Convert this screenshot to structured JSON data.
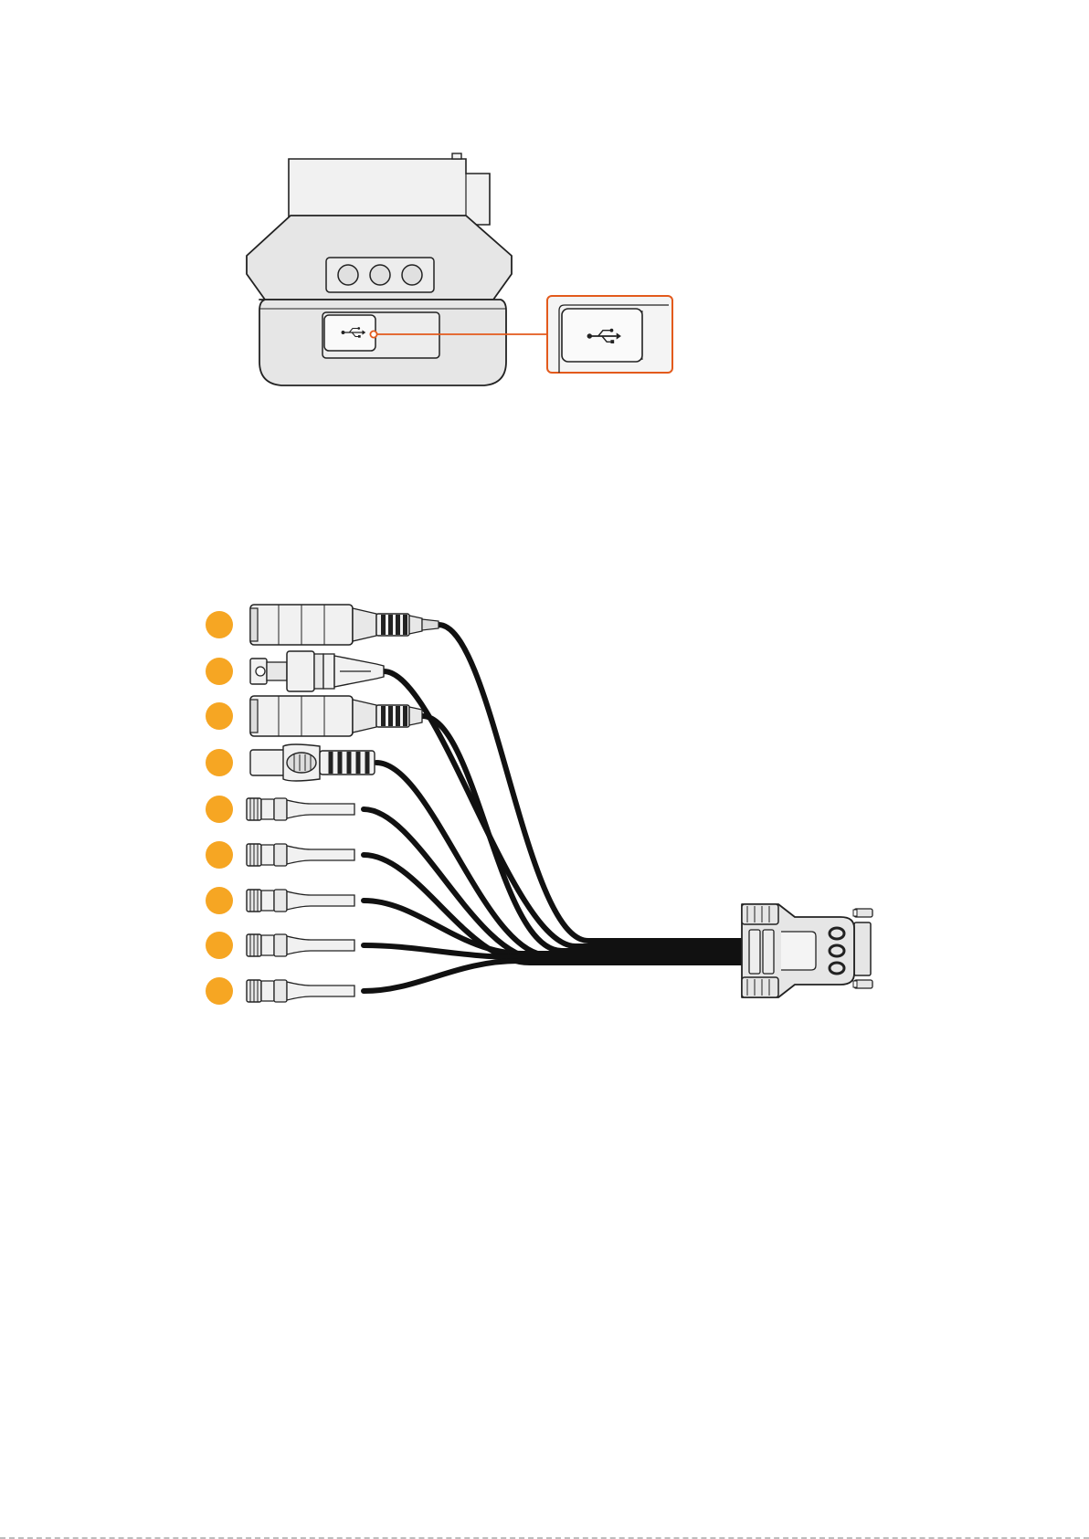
{
  "colors": {
    "highlight": "#E35A1C",
    "highlight_fill": "#F4F4F4",
    "badge": "#F6A623",
    "device_fill": "#E6E6E6",
    "device_fill_light": "#F1F1F1",
    "stroke": "#222222",
    "cable": "#111111"
  },
  "icons": {
    "usb_port": "usb-icon",
    "connector_badge": "number-badge"
  },
  "connectors": [
    {
      "type": "xlr-style-connector"
    },
    {
      "type": "bnc-connector"
    },
    {
      "type": "xlr-style-connector"
    },
    {
      "type": "rca-connector"
    },
    {
      "type": "lemo-connector"
    },
    {
      "type": "lemo-connector"
    },
    {
      "type": "lemo-connector"
    },
    {
      "type": "lemo-connector"
    },
    {
      "type": "lemo-connector"
    }
  ]
}
